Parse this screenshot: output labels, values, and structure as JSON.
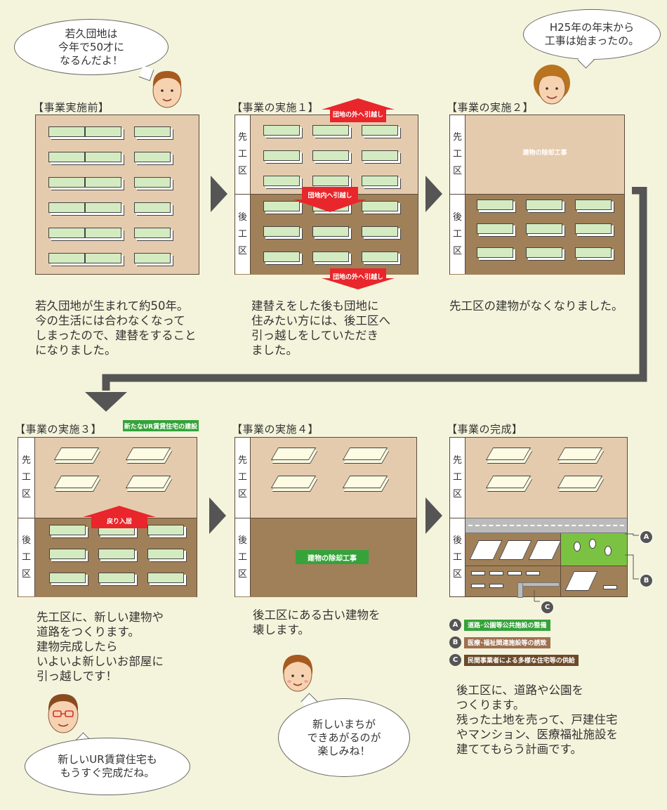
{
  "panels": {
    "p1": {
      "title": "【事業実施前】",
      "text": [
        "若久団地が生まれて約50年。",
        "今の生活には合わなくなって",
        "しまったので、建替をすること",
        "になりました。"
      ]
    },
    "p2": {
      "title": "【事業の実施１】",
      "text": [
        "建替えをした後も団地に",
        "住みたい方には、後工区へ",
        "引っ越しをしていただき",
        "ました。"
      ],
      "label_top": "団地の外へ引越し",
      "label_mid": "団地内へ引越し",
      "label_bottom": "団地の外へ引越し"
    },
    "p3": {
      "title": "【事業の実施２】",
      "text": [
        "先工区の建物がなくなりました。"
      ],
      "demolition": "建物の除却工事"
    },
    "p4": {
      "title": "【事業の実施３】",
      "text": [
        "先工区に、新しい建物や",
        "道路をつくります。",
        "建物完成したら",
        "いよいよ新しいお部屋に",
        "引っ越しです！"
      ],
      "new_label": "新たなUR賃貸住宅の建設",
      "return_label": "戻り入居"
    },
    "p5": {
      "title": "【事業の実施４】",
      "text": [
        "後工区にある古い建物を",
        "壊します。"
      ],
      "demolition": "建物の除却工事"
    },
    "p6": {
      "title": "【事業の完成】",
      "text": [
        "後工区に、道路や公園を",
        "つくります。",
        "残った土地を売って、戸建住宅",
        "やマンション、医療福祉施設を",
        "建ててもらう計画です。"
      ]
    }
  },
  "zones": {
    "front": [
      "先",
      "工",
      "区"
    ],
    "back": [
      "後",
      "工",
      "区"
    ]
  },
  "bubbles": {
    "b1": [
      "若久団地は",
      "今年で50才に",
      "なるんだよ！"
    ],
    "b2": [
      "H25年の年末から",
      "工事は始まったの。"
    ],
    "b3": [
      "新しいUR賃貸住宅も",
      "もうすぐ完成だね。"
    ],
    "b4": [
      "新しいまちが",
      "できあがるのが",
      "楽しみね！"
    ]
  },
  "legend": [
    {
      "key": "A",
      "label": "道路･公園等公共施設の整備",
      "color": "#35a33a"
    },
    {
      "key": "B",
      "label": "医療･福祉関連施設等の誘致",
      "color": "#a07050"
    },
    {
      "key": "C",
      "label": "民間事業者による多様な住宅等の供給",
      "color": "#6b4a2a"
    }
  ],
  "markers": {
    "a": "A",
    "b": "B",
    "c": "C"
  }
}
